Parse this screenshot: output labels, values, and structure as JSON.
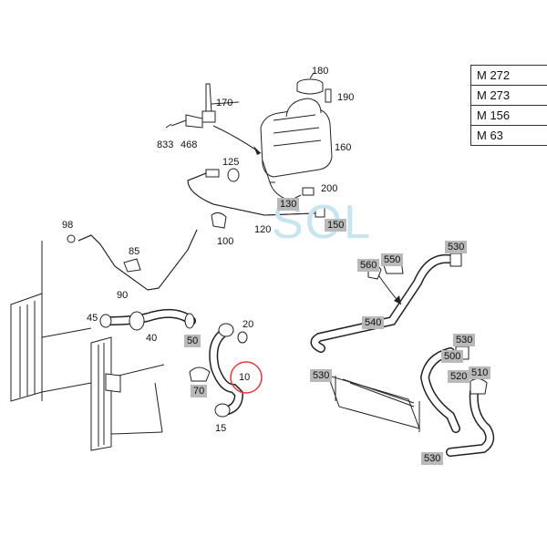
{
  "engines": [
    "M 272",
    "M 273",
    "M 156",
    "M 63"
  ],
  "watermark": "SOL",
  "callouts": [
    {
      "id": "c180",
      "text": "180",
      "boxed": false
    },
    {
      "id": "c190",
      "text": "190",
      "boxed": false
    },
    {
      "id": "c170",
      "text": "170",
      "boxed": false
    },
    {
      "id": "c160",
      "text": "160",
      "boxed": false
    },
    {
      "id": "c833",
      "text": "833",
      "boxed": false
    },
    {
      "id": "c468",
      "text": "468",
      "boxed": false
    },
    {
      "id": "c125",
      "text": "125",
      "boxed": false
    },
    {
      "id": "c200",
      "text": "200",
      "boxed": false
    },
    {
      "id": "c130",
      "text": "130",
      "boxed": true
    },
    {
      "id": "c150",
      "text": "150",
      "boxed": true
    },
    {
      "id": "c120",
      "text": "120",
      "boxed": false
    },
    {
      "id": "c100",
      "text": "100",
      "boxed": false
    },
    {
      "id": "c98",
      "text": "98",
      "boxed": false
    },
    {
      "id": "c85",
      "text": "85",
      "boxed": false
    },
    {
      "id": "c90",
      "text": "90",
      "boxed": false
    },
    {
      "id": "c45",
      "text": "45",
      "boxed": false
    },
    {
      "id": "c40",
      "text": "40",
      "boxed": false
    },
    {
      "id": "c50",
      "text": "50",
      "boxed": true
    },
    {
      "id": "c20",
      "text": "20",
      "boxed": false
    },
    {
      "id": "c10",
      "text": "10",
      "boxed": false,
      "highlighted": true
    },
    {
      "id": "c70",
      "text": "70",
      "boxed": true
    },
    {
      "id": "c15",
      "text": "15",
      "boxed": false
    },
    {
      "id": "c560",
      "text": "560",
      "boxed": true
    },
    {
      "id": "c550",
      "text": "550",
      "boxed": true
    },
    {
      "id": "c530a",
      "text": "530",
      "boxed": true
    },
    {
      "id": "c540",
      "text": "540",
      "boxed": true
    },
    {
      "id": "c530b",
      "text": "530",
      "boxed": true
    },
    {
      "id": "c500",
      "text": "500",
      "boxed": true
    },
    {
      "id": "c520",
      "text": "520",
      "boxed": true
    },
    {
      "id": "c510",
      "text": "510",
      "boxed": true
    },
    {
      "id": "c530c",
      "text": "530",
      "boxed": true
    },
    {
      "id": "c530d",
      "text": "530",
      "boxed": true
    }
  ],
  "colors": {
    "highlight": "#e23b3b",
    "label_box": "#b9b9b9",
    "watermark": "#c7e4ef",
    "line": "#222222"
  }
}
